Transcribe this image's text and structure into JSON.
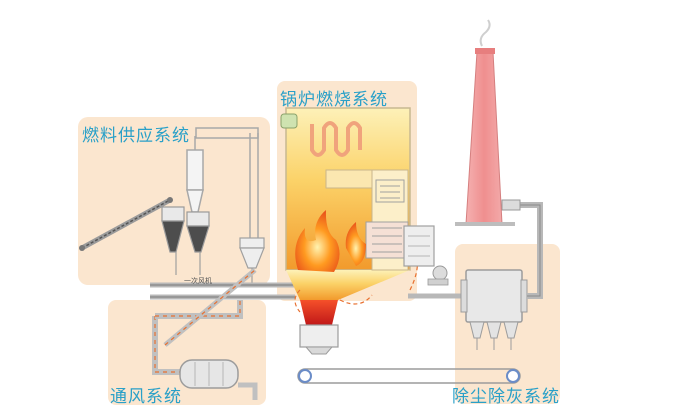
{
  "labels": {
    "fuel_supply": "燃料供应系统",
    "boiler_combustion": "锅炉燃烧系统",
    "ventilation": "通风系统",
    "dust_ash_removal": "除尘除灰系统",
    "fan_tag": "一次风机"
  },
  "colors": {
    "label_text": "#2aa0c8",
    "zone_fill": "#fbe6cf",
    "furnace_top": "#fde9a6",
    "furnace_mid": "#fbbf4a",
    "furnace_bottom": "#f08a24",
    "chimney": "#f29a9a",
    "duct_outline": "#b8b8b8",
    "flow_arrows": "#e87030"
  }
}
